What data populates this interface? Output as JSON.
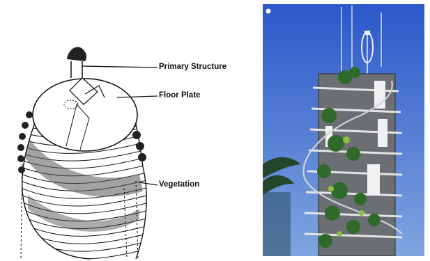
{
  "diagram": {
    "labels": {
      "primary_structure": "Primary Structure",
      "floor_plate": "Floor Plate",
      "vegetation": "Vegetation"
    }
  },
  "colors": {
    "sky_top": "#2b57c9",
    "sky_bottom": "#7fa6e0",
    "foliage": "#2f6a2a",
    "ink": "#111111"
  }
}
